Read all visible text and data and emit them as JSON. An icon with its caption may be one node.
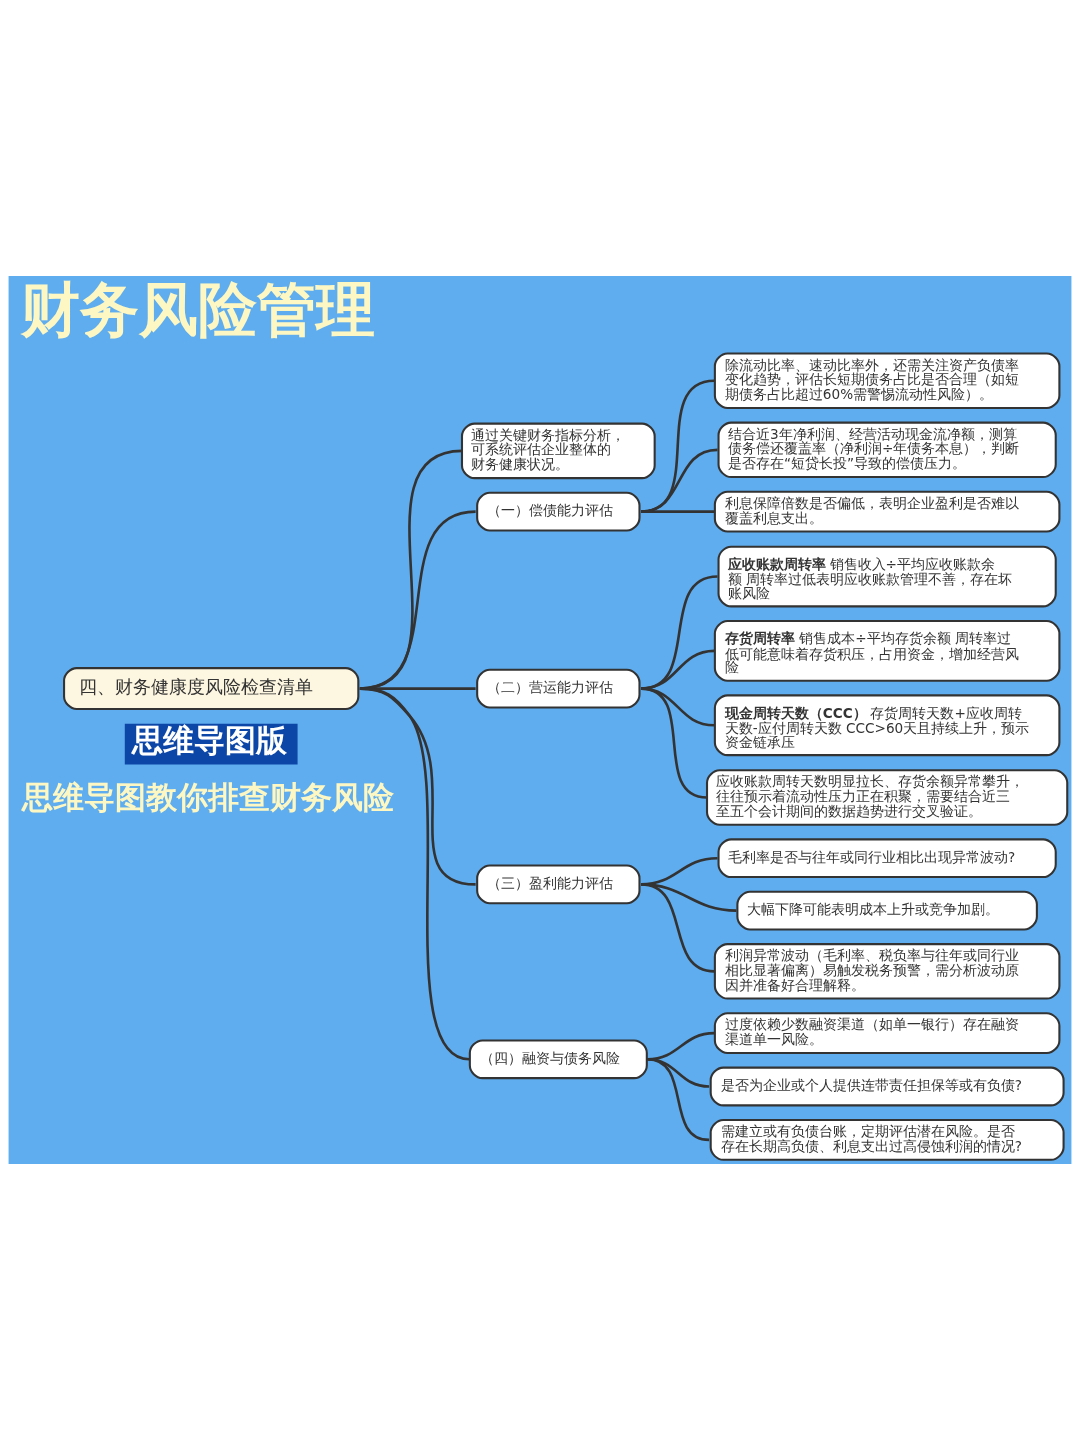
{
  "diagram": {
    "title": "财务风险管理",
    "nodes": [
      {
        "text": [
          "四、财务健康度风险检查清单"
        ]
      },
      {
        "text": [
          "通过关键财务指标分析，可系统评估企业整体的财务健康状况。"
        ]
      },
      {
        "text": [
          "（一）偿债能力评估"
        ]
      },
      {
        "text": [
          "除流动比率、速动比率外，还需关注资产负债率变化趋势，评估长短期债务占比是否合理（如短期债务占比超过60%需警惕流动性风险）。"
        ]
      },
      {
        "text": [
          "结合近3年净利润、经营活动现金流净额，测算债务偿还覆盖率（净利润÷年债务本息），判断是否存在“短贷长投”导致的偿债压力。"
        ]
      },
      {
        "text": [
          "利息保障倍数是否偏低，表明企业盈利是否难以覆盖利息支出。"
        ]
      },
      {
        "text": [
          "（二）营运能力评估"
        ]
      },
      {
        "text": [
          "**应收账款周转率** 销售收入÷平均应收账款余额 周转率过低表明应收账款管理不善，存在坏账风险"
        ]
      },
      {
        "text": [
          "**存货周转率** 销售成本÷平均存货余额 周转率过低可能意味着存货积压，占用资金，增加经营风险"
        ]
      },
      {
        "text": [
          "**现金周转天数（CCC）** 存货周转天数+应收周转天数-应付周转天数 CCC>60天且持续上升，预示资金链承压"
        ]
      },
      {
        "text": [
          "应收账款周转天数明显拉长、存货余额异常攀升，往往预示着流动性压力正在积聚，需要结合近三至五个会计期间的数据趋势进行交叉验证。"
        ]
      },
      {
        "text": [
          "（三）盈利能力评估"
        ]
      },
      {
        "text": [
          "毛利率是否与往年或同行业相比出现异常波动?"
        ]
      },
      {
        "text": [
          "大幅下降可能表明成本上升或竞争加剧。"
        ]
      },
      {
        "text": [
          "利润异常波动（毛利率、税负率与往年或同行业相比显著偏离）易触发税务预警，需分析波动原因并准备好合理解释。"
        ]
      },
      {
        "text": [
          "（四）融资与债务风险"
        ]
      },
      {
        "text": [
          "过度依赖少数融资渠道（如单一银行）存在融资渠道单一风险。"
        ]
      },
      {
        "text": [
          "是否为企业或个人提供连带责任担保等或有负债?"
        ]
      },
      {
        "text": [
          "需建立或有负债台账，定期评估潜在风险。是否存在长期高负债、利息支出过高侵蚀利润的情况?"
        ]
      }
    ],
    "edges": [
      {
        "from": 0,
        "to": 1,
        "arrow": "none"
      },
      {
        "from": 0,
        "to": 2,
        "arrow": "none"
      },
      {
        "from": 2,
        "to": 3,
        "arrow": "none"
      },
      {
        "from": 2,
        "to": 4,
        "arrow": "none"
      },
      {
        "from": 2,
        "to": 5,
        "arrow": "none"
      },
      {
        "from": 0,
        "to": 6,
        "arrow": "none"
      },
      {
        "from": 6,
        "to": 7,
        "arrow": "none"
      },
      {
        "from": 6,
        "to": 8,
        "arrow": "none"
      },
      {
        "from": 6,
        "to": 9,
        "arrow": "none"
      },
      {
        "from": 6,
        "to": 10,
        "arrow": "none"
      },
      {
        "from": 0,
        "to": 11,
        "arrow": "none"
      },
      {
        "from": 11,
        "to": 12,
        "arrow": "none"
      },
      {
        "from": 11,
        "to": 13,
        "arrow": "none"
      },
      {
        "from": 11,
        "to": 14,
        "arrow": "none"
      },
      {
        "from": 0,
        "to": 15,
        "arrow": "none"
      },
      {
        "from": 15,
        "to": 16,
        "arrow": "none"
      },
      {
        "from": 15,
        "to": 17,
        "arrow": "none"
      },
      {
        "from": 15,
        "to": 18,
        "arrow": "none"
      }
    ],
    "labels": [
      "思维导图教你排查财务风险",
      "思维导图版"
    ]
  }
}
